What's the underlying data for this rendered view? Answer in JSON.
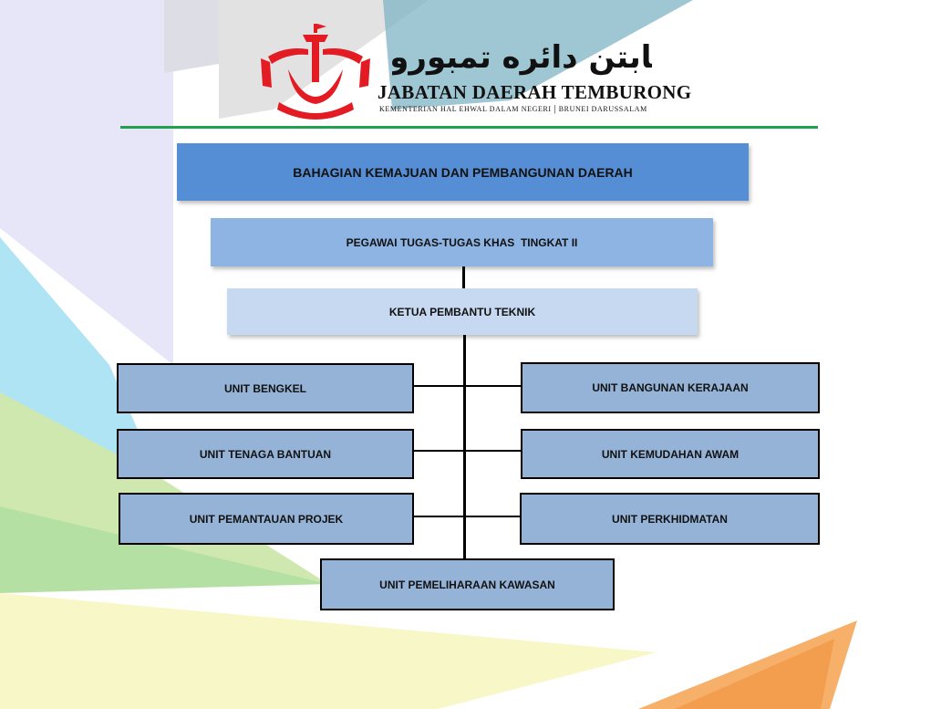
{
  "header": {
    "org_name": "JABATAN DAERAH TEMBURONG",
    "org_subtitle_left": "KEMENTERIAN HAL EHWAL DALAM NEGERI",
    "org_subtitle_right": "BRUNEI DARUSSALAM",
    "org_name_jawi": "جابتن دائره تمبوروڠ"
  },
  "colors": {
    "header_box": "#558ed5",
    "level2_box": "#8eb4e3",
    "level3_box": "#c6d9f1",
    "unit_box": "#95b3d7",
    "rule": "#22a04b",
    "emblem": "#e31b23"
  },
  "icons": [
    "brunei-emblem-icon"
  ],
  "chart": {
    "title": "BAHAGIAN KEMAJUAN DAN PEMBANGUNAN DAERAH",
    "level2": "PEGAWAI TUGAS-TUGAS KHAS  TINGKAT II",
    "level3": "KETUA PEMBANTU TEKNIK",
    "units_left": [
      "UNIT BENGKEL",
      "UNIT TENAGA BANTUAN",
      "UNIT PEMANTAUAN PROJEK"
    ],
    "units_right": [
      "UNIT BANGUNAN KERAJAAN",
      "UNIT KEMUDAHAN AWAM",
      "UNIT PERKHIDMATAN"
    ],
    "unit_bottom": "UNIT PEMELIHARAAN KAWASAN"
  }
}
